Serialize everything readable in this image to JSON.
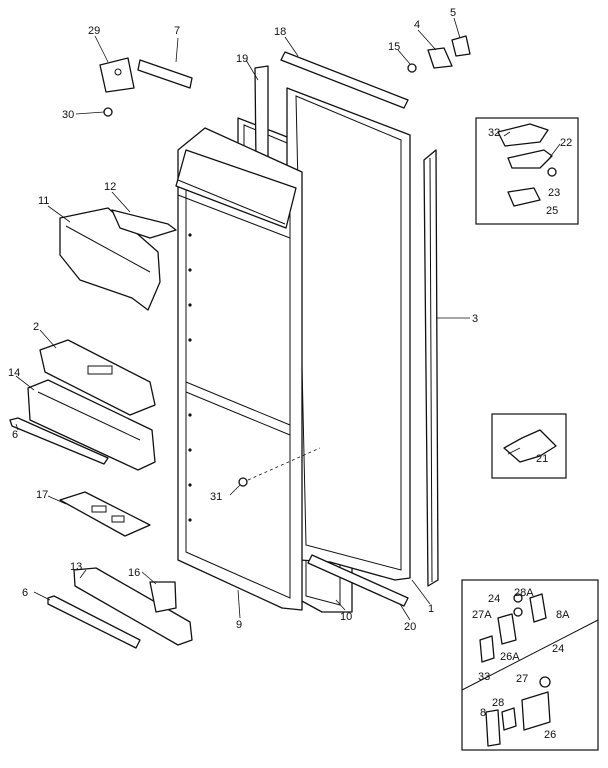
{
  "callouts": {
    "c1": "1",
    "c2": "2",
    "c3": "3",
    "c4": "4",
    "c5": "5",
    "c6a": "6",
    "c6b": "6",
    "c7": "7",
    "c8": "8",
    "c8a": "8A",
    "c9": "9",
    "c10": "10",
    "c11": "11",
    "c12": "12",
    "c13": "13",
    "c14": "14",
    "c15": "15",
    "c16": "16",
    "c17": "17",
    "c18": "18",
    "c19": "19",
    "c20": "20",
    "c21": "21",
    "c22": "22",
    "c23": "23",
    "c24a": "24",
    "c24b": "24",
    "c25": "25",
    "c26": "26",
    "c26a": "26A",
    "c27": "27",
    "c27a": "27A",
    "c28": "28",
    "c28a": "28A",
    "c29": "29",
    "c30": "30",
    "c31": "31",
    "c32": "32",
    "c33": "33"
  }
}
